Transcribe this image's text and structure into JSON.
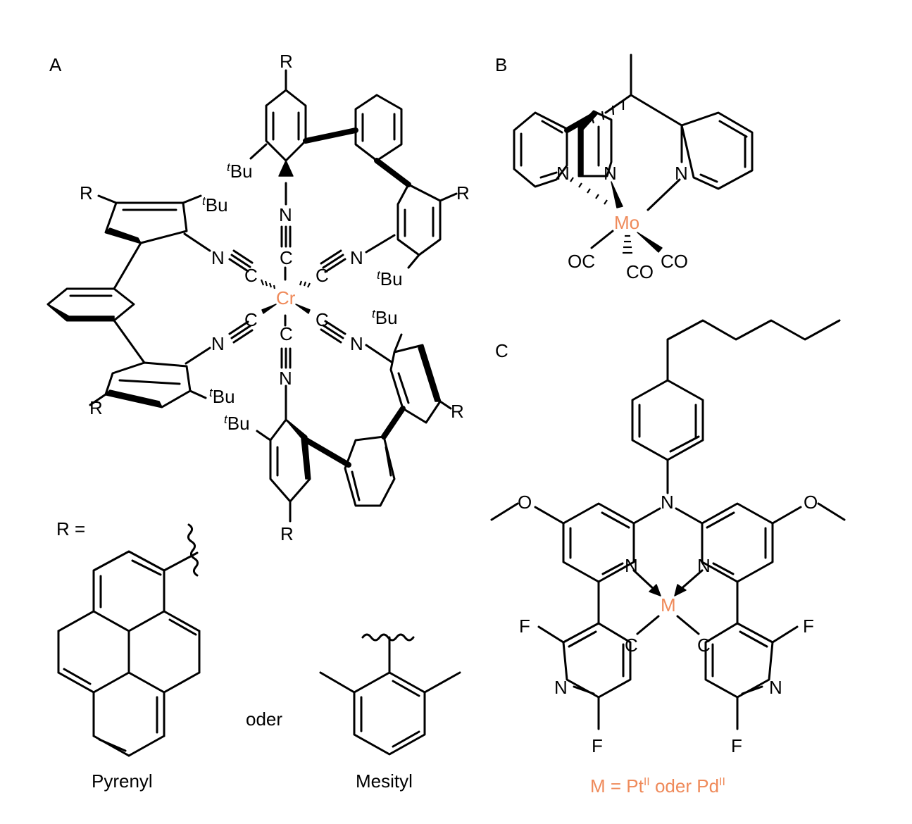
{
  "panels": {
    "a": "A",
    "b": "B",
    "c": "C"
  },
  "panel_a": {
    "metal": "Cr",
    "substituent": "R",
    "tbu_sup": "t",
    "tbu_base": "Bu",
    "nitrogen": "N",
    "carbon": "C"
  },
  "r_definition": {
    "label": "R =",
    "option1": "Pyrenyl",
    "or": "oder",
    "option2": "Mesityl"
  },
  "panel_b": {
    "metal": "Mo",
    "nitrogen": "N",
    "co": "CO",
    "oc": "OC"
  },
  "panel_c": {
    "metal": "M",
    "nitrogen": "N",
    "carbon": "C",
    "oxygen": "O",
    "fluorine": "F",
    "caption_prefix": "M = Pt",
    "caption_sup1": "II",
    "caption_mid": " oder Pd",
    "caption_sup2": "II"
  },
  "colors": {
    "metal": "#ef8a5a",
    "ink": "#000000"
  }
}
